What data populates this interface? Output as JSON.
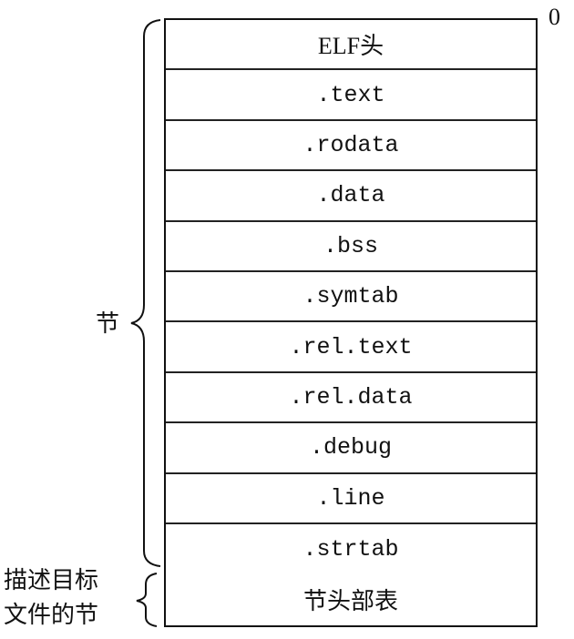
{
  "sections": [
    ".text",
    ".rodata",
    ".data",
    ".bss",
    ".symtab",
    ".rel.text",
    ".rel.data",
    ".debug",
    ".line",
    ".strtab"
  ],
  "header_row": "ELF头",
  "footer_row": "节头部表",
  "offset_label": "0",
  "brace_sections_label": "节",
  "brace_footer_label_line1": "描述目标",
  "brace_footer_label_line2": "文件的节"
}
